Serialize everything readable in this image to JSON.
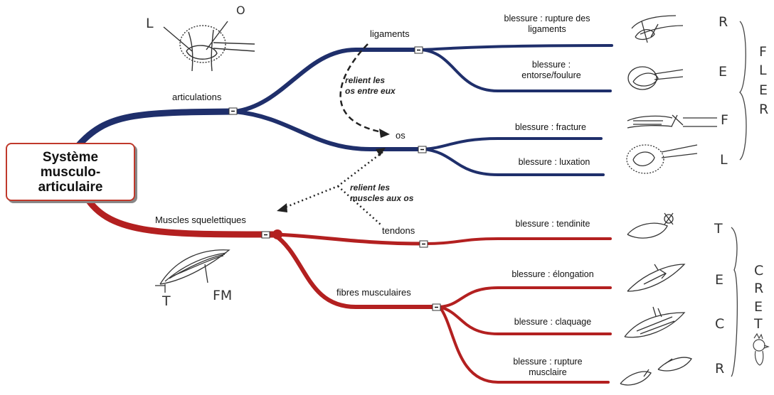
{
  "central": {
    "title": "Système\nmusculo-\narticulaire"
  },
  "branches": {
    "articulations": "articulations",
    "ligaments": "ligaments",
    "os": "os",
    "muscles": "Muscles squelettiques",
    "tendons": "tendons",
    "fibres": "fibres musculaires"
  },
  "injuries": {
    "rupture_ligaments": "blessure : rupture des\nligaments",
    "entorse": "blessure :\nentorse/foulure",
    "fracture": "blessure : fracture",
    "luxation": "blessure : luxation",
    "tendinite": "blessure : tendinite",
    "elongation": "blessure : élongation",
    "claquage": "blessure : claquage",
    "rupture_musculaire": "blessure : rupture\nmusclaire"
  },
  "relations": {
    "ligaments_os": "relient les\nos entre eux",
    "tendons_muscles": "relient les\nmuscles aux os"
  },
  "handwriting": {
    "sketch_L": "L",
    "sketch_O": "O",
    "sketch_T": "T",
    "sketch_FM": "FM",
    "letters_right": [
      "R",
      "E",
      "F",
      "L",
      "T",
      "E",
      "C",
      "R"
    ],
    "mnemonic_fler": [
      "F",
      "L",
      "E",
      "R"
    ],
    "mnemonic_cret": [
      "C",
      "R",
      "E",
      "T"
    ]
  },
  "colors": {
    "blue": "#1f2f6b",
    "red": "#b32020",
    "box_border": "#c0392b"
  }
}
